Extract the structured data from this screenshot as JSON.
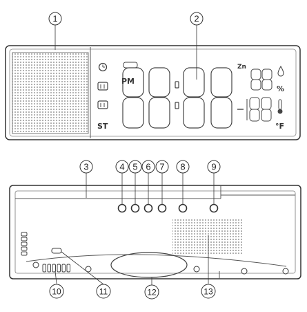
{
  "callouts": [
    "1",
    "2",
    "3",
    "4",
    "5",
    "6",
    "7",
    "8",
    "9",
    "10",
    "11",
    "12",
    "13"
  ],
  "display": {
    "pm_label": "PM",
    "st_label": "ST",
    "zone_label": "Zn",
    "percent_label": "%",
    "unit_label": "°F"
  }
}
